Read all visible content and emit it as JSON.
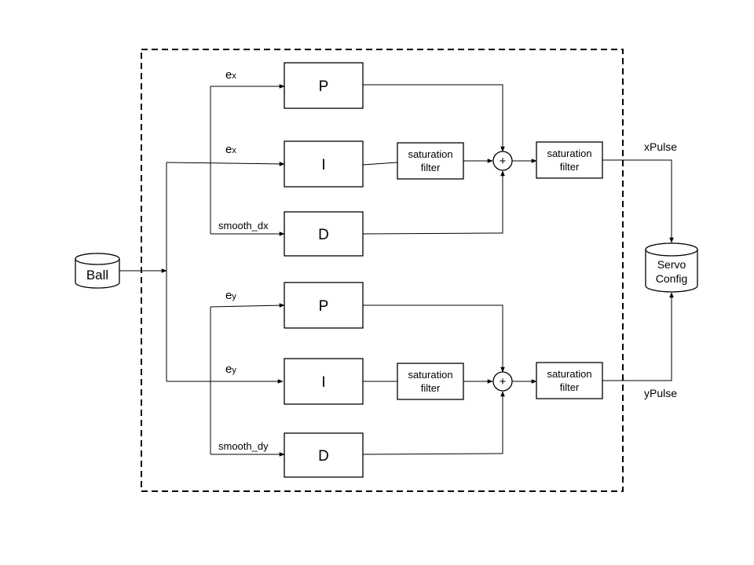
{
  "inputs": {
    "ball": "Ball"
  },
  "outputs": {
    "servo_line1": "Servo",
    "servo_line2": "Config",
    "x_pulse": "xPulse",
    "y_pulse": "yPulse"
  },
  "x_axis": {
    "p_label": "P",
    "i_label": "I",
    "d_label": "D",
    "sig_p_main": "e",
    "sig_p_sub": "x",
    "sig_i_main": "e",
    "sig_i_sub": "x",
    "sig_d": "smooth_dx",
    "sat1_line1": "saturation",
    "sat1_line2": "filter",
    "sat2_line1": "saturation",
    "sat2_line2": "filter",
    "sum": "+"
  },
  "y_axis": {
    "p_label": "P",
    "i_label": "I",
    "d_label": "D",
    "sig_p_main": "e",
    "sig_p_sub": "y",
    "sig_i_main": "e",
    "sig_i_sub": "y",
    "sig_d": "smooth_dy",
    "sat1_line1": "saturation",
    "sat1_line2": "filter",
    "sat2_line1": "saturation",
    "sat2_line2": "filter",
    "sum": "+"
  }
}
